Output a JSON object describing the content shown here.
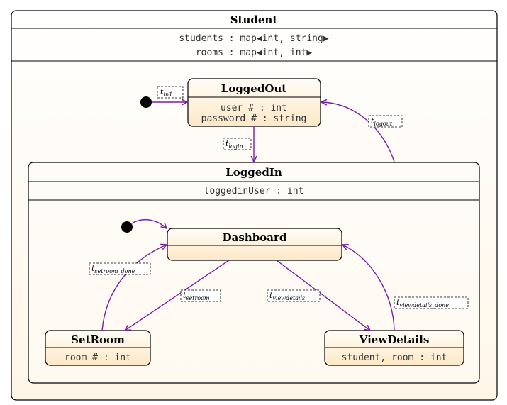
{
  "colors": {
    "arrow": "#7b1fa2",
    "state_fill_light": "#fffaf0",
    "state_fill_dark": "#fde9c8",
    "outer_fill": "#fffaf0"
  },
  "student": {
    "title": "Student",
    "attributes": [
      "students : map◀int, string▶",
      "rooms : map◀int, int▶"
    ]
  },
  "logged_out": {
    "title": "LoggedOut",
    "attributes": [
      "user # : int",
      "password # : string"
    ]
  },
  "logged_in": {
    "title": "LoggedIn",
    "attributes": [
      "loggedinUser : int"
    ]
  },
  "dashboard": {
    "title": "Dashboard"
  },
  "set_room": {
    "title": "SetRoom",
    "attributes": [
      "room # : int"
    ]
  },
  "view_details": {
    "title": "ViewDetails",
    "attributes": [
      "student, room : int"
    ]
  },
  "transitions": {
    "t_in1": {
      "main": "t",
      "sub": "in1"
    },
    "t_login": {
      "main": "t",
      "sub": "login"
    },
    "t_logout": {
      "main": "t",
      "sub": "logout"
    },
    "t_setroom_done": {
      "main": "t",
      "sub": "setroom_done"
    },
    "t_setroom": {
      "main": "t",
      "sub": "setroom"
    },
    "t_viewdetails": {
      "main": "t",
      "sub": "viewdetails"
    },
    "t_viewdetails_done": {
      "main": "t",
      "sub": "viewdetails_done"
    }
  }
}
